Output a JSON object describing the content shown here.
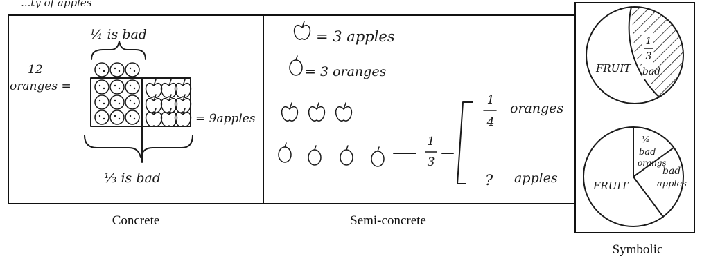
{
  "header_fragment": "...ty of apples",
  "concrete": {
    "caption": "Concrete",
    "top_brace_label": "¼ is bad",
    "oranges_label_line1": "12",
    "oranges_label_line2": "oranges =",
    "apples_label": "= 9apples",
    "bottom_brace_label": "⅓ is bad"
  },
  "semi_concrete": {
    "caption": "Semi-concrete",
    "apple_key": "= 3 apples",
    "orange_key": "= 3 oranges",
    "fraction_third_num": "1",
    "fraction_third_den": "3",
    "fraction_quarter_num": "1",
    "fraction_quarter_den": "4",
    "oranges_word": "oranges",
    "question_mark": "?",
    "apples_word": "apples"
  },
  "symbolic": {
    "caption": "Symbolic",
    "pie_top": {
      "slice_labels": [
        "1",
        "3",
        "bad"
      ],
      "remainder_label": "FRUIT"
    },
    "pie_bottom": {
      "labels": [
        "¼",
        "bad",
        "orangs",
        "bad",
        "apples"
      ],
      "remainder_label": "FRUIT"
    }
  }
}
